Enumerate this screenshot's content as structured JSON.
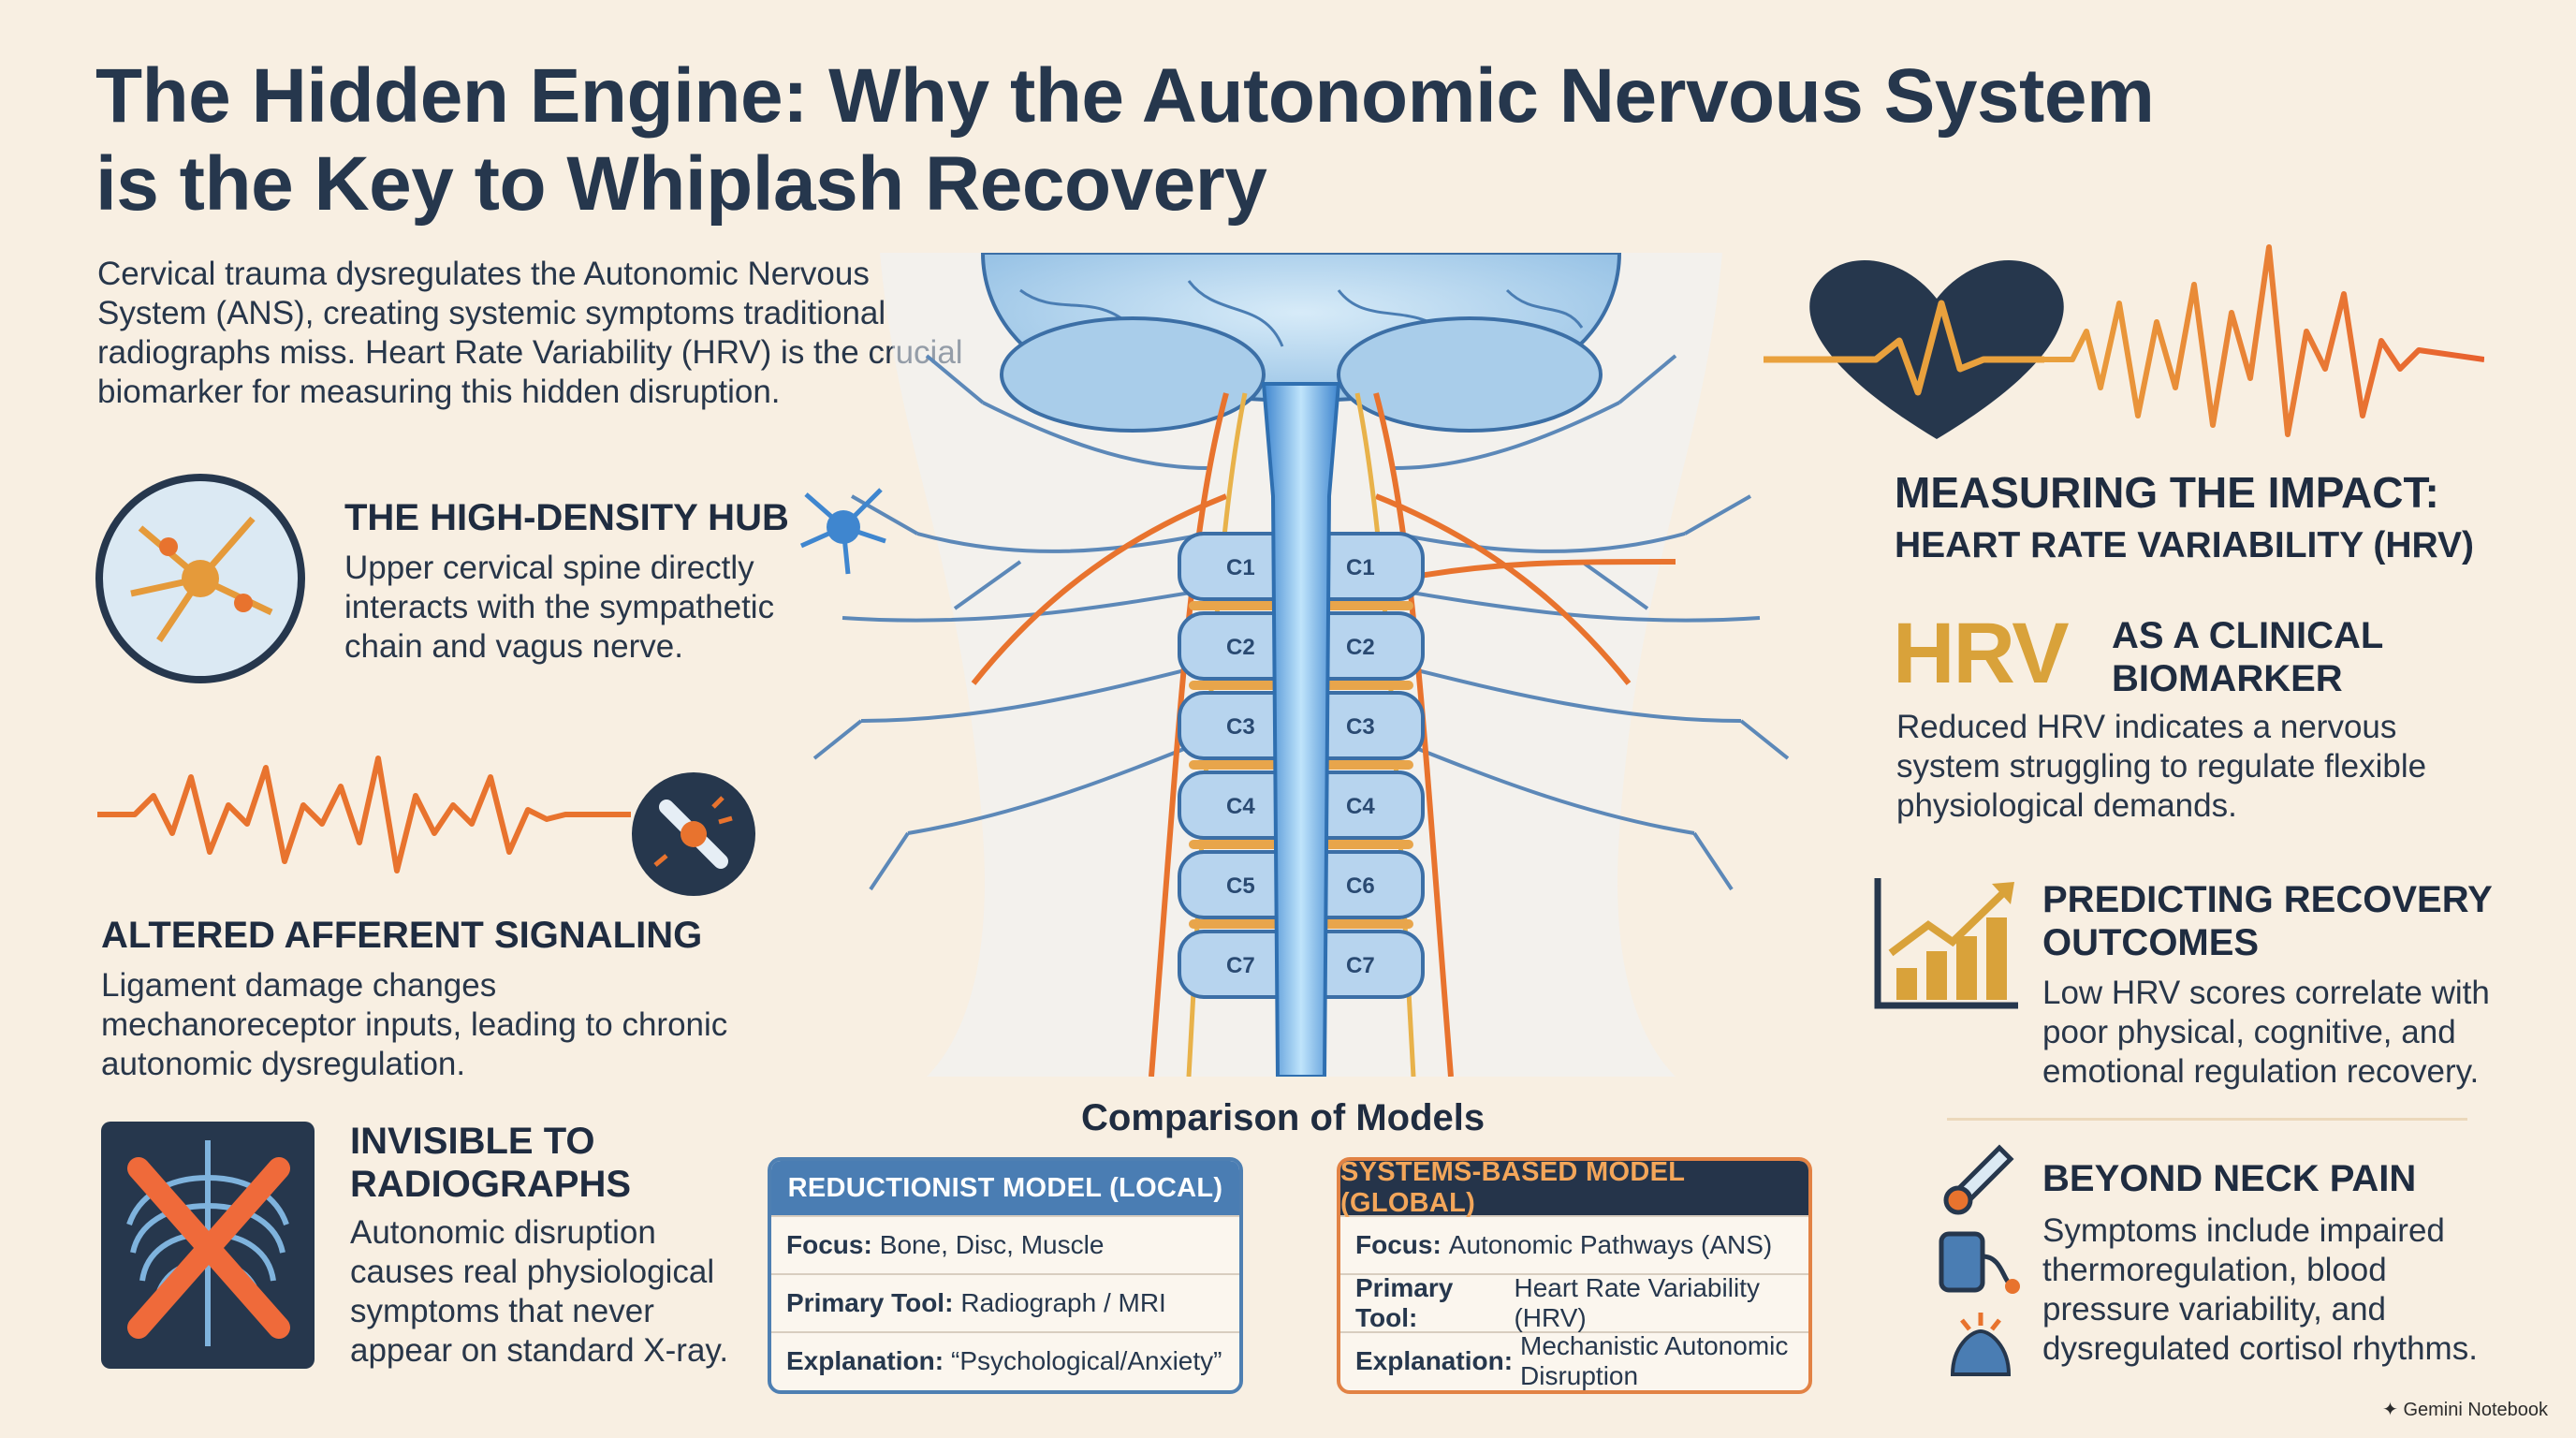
{
  "title": {
    "line1": "The Hidden Engine: Why the Autonomic Nervous System",
    "line2": "is the Key to Whiplash Recovery"
  },
  "intro": {
    "line1": "Cervical trauma dysregulates the Autonomic Nervous",
    "line2": "System (ANS), creating systemic symptoms traditional",
    "line3": "radiographs miss. Heart Rate Variability (HRV) is the crucial",
    "line4": "biomarker for measuring this hidden disruption."
  },
  "hub": {
    "title": "THE HIGH-DENSITY HUB",
    "line1": "Upper cervical spine directly",
    "line2": "interacts with the sympathetic",
    "line3": "chain and vagus nerve."
  },
  "afferent": {
    "title": "ALTERED AFFERENT SIGNALING",
    "line1": "Ligament damage changes",
    "line2": "mechanoreceptor inputs, leading to chronic",
    "line3": "autonomic dysregulation."
  },
  "invisible": {
    "title1": "INVISIBLE TO",
    "title2": "RADIOGRAPHS",
    "line1": "Autonomic disruption",
    "line2": "causes real physiological",
    "line3": "symptoms that never",
    "line4": "appear on standard X-ray."
  },
  "measuring": {
    "title": "MEASURING THE IMPACT:",
    "subtitle": "HEART RATE VARIABILITY (HRV)"
  },
  "hrv_biomarker": {
    "big": "HRV",
    "title1": "AS A CLINICAL",
    "title2": "BIOMARKER",
    "line1": "Reduced HRV indicates a nervous",
    "line2": "system struggling to regulate flexible",
    "line3": "physiological demands."
  },
  "predicting": {
    "title1": "PREDICTING RECOVERY",
    "title2": "OUTCOMES",
    "line1": "Low HRV scores correlate with",
    "line2": "poor physical, cognitive, and",
    "line3": "emotional regulation recovery."
  },
  "beyond": {
    "title": "BEYOND NECK PAIN",
    "line1": "Symptoms include impaired",
    "line2": "thermoregulation, blood",
    "line3": "pressure variability, and",
    "line4": "dysregulated cortisol rhythms."
  },
  "comparison": {
    "title": "Comparison of Models",
    "reductionist": {
      "header": "REDUCTIONIST MODEL (LOCAL)",
      "rows": [
        {
          "label": "Focus:",
          "value": "Bone, Disc, Muscle"
        },
        {
          "label": "Primary Tool:",
          "value": "Radiograph / MRI"
        },
        {
          "label": "Explanation:",
          "value": "“Psychological/Anxiety”"
        }
      ]
    },
    "systems": {
      "header": "SYSTEMS-BASED MODEL (GLOBAL)",
      "rows": [
        {
          "label": "Focus:",
          "value": "Autonomic Pathways (ANS)"
        },
        {
          "label": "Primary Tool:",
          "value": "Heart Rate Variability (HRV)"
        },
        {
          "label": "Explanation:",
          "value": "Mechanistic Autonomic Disruption"
        }
      ]
    }
  },
  "vertebrae": {
    "left": [
      "C1",
      "C2",
      "C3",
      "C4",
      "C5",
      "C7"
    ],
    "right": [
      "C1",
      "C2",
      "C3",
      "C4",
      "C6",
      "C7"
    ]
  },
  "footer": "Gemini Notebook",
  "colors": {
    "background": "#f8efe2",
    "navy": "#26374d",
    "orange": "#e8732e",
    "gold": "#d9a23a",
    "blue": "#4a7db3"
  }
}
